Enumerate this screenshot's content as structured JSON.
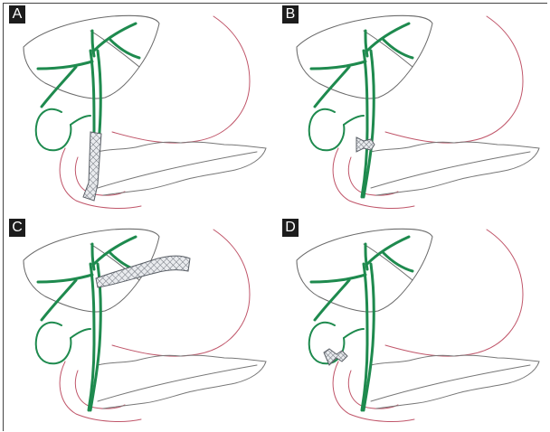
{
  "figure": {
    "colors": {
      "duct": "#1e8a4e",
      "organ_outline": "#c0566a",
      "pancreas_outline": "#777777",
      "liver_outline": "#6a6a6a",
      "stent": "#8a8f98"
    },
    "panels": [
      {
        "label": "A",
        "stent": "transpapillary-metal-stent"
      },
      {
        "label": "B",
        "stent": "transmural-stent-duodenum"
      },
      {
        "label": "C",
        "stent": "hepaticogastrostomy-stent"
      },
      {
        "label": "D",
        "stent": "transmural-stent-gallbladder"
      }
    ]
  }
}
